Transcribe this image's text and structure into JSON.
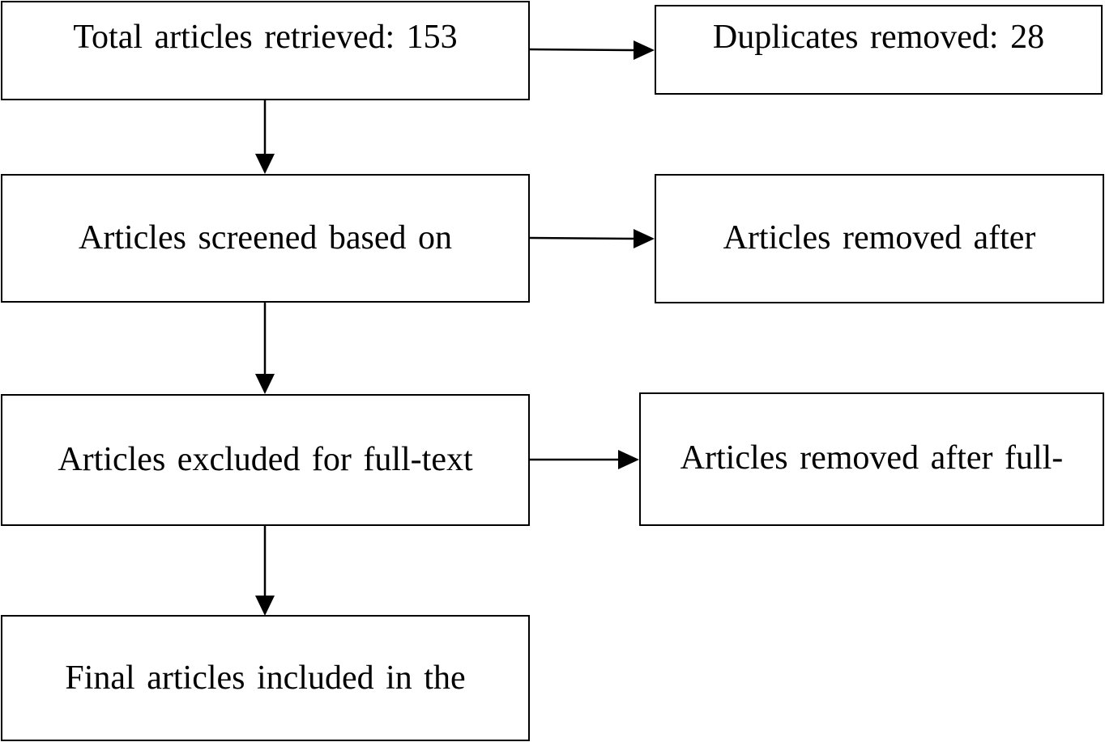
{
  "flowchart": {
    "main_steps": [
      {
        "id": "retrieved",
        "label": "Total articles retrieved: 153"
      },
      {
        "id": "screened",
        "label": "Articles screened based on"
      },
      {
        "id": "fulltext",
        "label": "Articles excluded for full-text"
      },
      {
        "id": "final",
        "label": "Final articles included in the"
      }
    ],
    "side_steps": [
      {
        "id": "duplicates",
        "label": "Duplicates removed: 28"
      },
      {
        "id": "removed_screening",
        "label": "Articles removed after"
      },
      {
        "id": "removed_fulltext",
        "label": "Articles removed after full-"
      }
    ],
    "edges": [
      {
        "from": "retrieved",
        "to": "screened"
      },
      {
        "from": "screened",
        "to": "fulltext"
      },
      {
        "from": "fulltext",
        "to": "final"
      },
      {
        "from": "retrieved",
        "to": "duplicates"
      },
      {
        "from": "screened",
        "to": "removed_screening"
      },
      {
        "from": "fulltext",
        "to": "removed_fulltext"
      }
    ]
  }
}
